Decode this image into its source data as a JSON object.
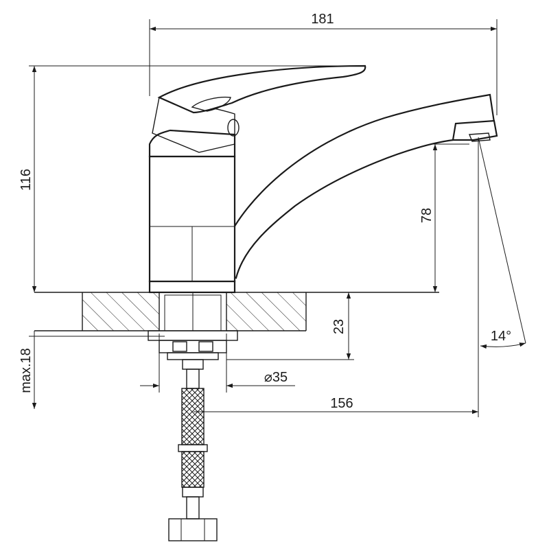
{
  "dimensions": {
    "width_top": "181",
    "height_total": "116",
    "spout_height": "78",
    "deck_height": "23",
    "max_thickness": "max.18",
    "hole_diameter": "⌀35",
    "spout_reach": "156",
    "spout_angle": "14°"
  },
  "colors": {
    "line": "#1a1a1a",
    "background": "#ffffff"
  }
}
